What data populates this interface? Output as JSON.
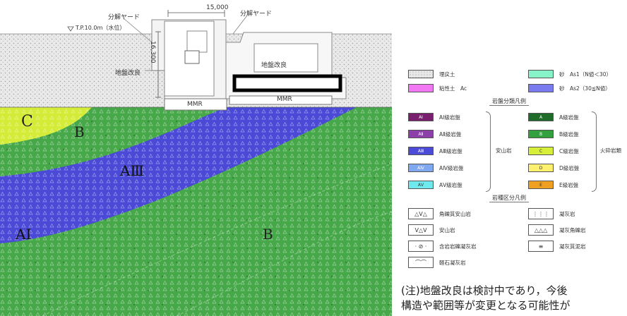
{
  "section": {
    "dimension_width": "15,000",
    "dimension_height": "16,300",
    "yard_label_left": "分解ヤード",
    "yard_label_right": "分解ヤード",
    "water_level_label": "T.P.10.0ｍ（水位）",
    "ground_improvement_left": "地盤改良",
    "ground_improvement_right": "地盤改良",
    "mmr_left": "MMR",
    "mmr_right": "MMR",
    "zone_labels": {
      "c": "C",
      "b_upper": "B",
      "a3": "AⅢ",
      "a1": "AⅠ",
      "b_lower": "B"
    }
  },
  "legend": {
    "soil_items": [
      {
        "label": "埋戻土",
        "color": "#e8e8e8"
      },
      {
        "label": "粘性土　Ac",
        "color": "#f277f2"
      },
      {
        "label": "砂　As1（N値＜30）",
        "color": "#88f2c8"
      },
      {
        "label": "砂　As2（30≦N値）",
        "color": "#7b7bf0"
      }
    ],
    "rock_class_heading": "岩盤分類凡例",
    "andesite_items": [
      {
        "code": "AⅠ",
        "label": "AⅠ級岩盤",
        "color": "#7a1f6e"
      },
      {
        "code": "AⅡ",
        "label": "AⅡ級岩盤",
        "color": "#8c3fa8"
      },
      {
        "code": "AⅢ",
        "label": "AⅢ級岩盤",
        "color": "#4b4bd8"
      },
      {
        "code": "AⅣ",
        "label": "AⅣ級岩盤",
        "color": "#7fa8f0"
      },
      {
        "code": "AⅤ",
        "label": "AⅤ級岩盤",
        "color": "#6fe8ee"
      }
    ],
    "andesite_group_label": "安山岩",
    "volcanic_items": [
      {
        "code": "A",
        "label": "A級岩盤",
        "color": "#1f6b2a"
      },
      {
        "code": "B",
        "label": "B級岩盤",
        "color": "#33a040"
      },
      {
        "code": "C",
        "label": "C級岩盤",
        "color": "#d8ef3a"
      },
      {
        "code": "D",
        "label": "D級岩盤",
        "color": "#fff070"
      },
      {
        "code": "E",
        "label": "E級岩盤",
        "color": "#f0a020"
      }
    ],
    "volcanic_group_label": "火砕岩類",
    "rock_zone_heading": "岩種区分凡例",
    "rock_types": [
      {
        "symbol": "△V△",
        "label": "角礫質安山岩"
      },
      {
        "symbol": "V△V",
        "label": "安山岩"
      },
      {
        "symbol": "· ⊘ ·",
        "label": "含岩岩礫凝灰岩"
      },
      {
        "symbol": "⌒⌒",
        "label": "軽石凝灰岩"
      },
      {
        "symbol": "⋮⋮⋮",
        "label": "凝灰岩"
      },
      {
        "symbol": "△△△",
        "label": "凝灰角礫岩"
      },
      {
        "symbol": "≡",
        "label": "凝灰質泥岩"
      }
    ]
  },
  "note": {
    "line1": "(注)地盤改良は検討中であり，今後",
    "line2": "構造や範囲等が変更となる可能性が"
  }
}
